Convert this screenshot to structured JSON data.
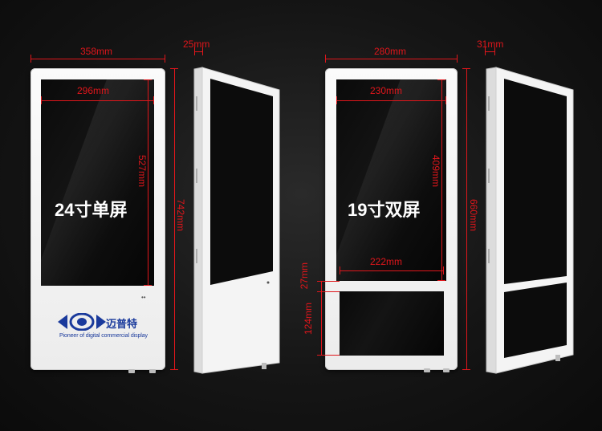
{
  "product_a": {
    "size_label": "24寸单屏",
    "width": "358mm",
    "depth": "25mm",
    "screen_width": "296mm",
    "screen_height": "527mm",
    "height": "742mm"
  },
  "product_b": {
    "size_label": "19寸双屏",
    "width": "280mm",
    "depth": "31mm",
    "screen_width": "230mm",
    "screen_height": "409mm",
    "lower_screen_width": "222mm",
    "gap_height": "27mm",
    "lower_screen_height": "124mm",
    "height": "660mm"
  },
  "logo": {
    "brand": "迈普特",
    "slogan": "Pioneer of digital commercial display",
    "colors": {
      "blue": "#1a3a9c"
    }
  },
  "colors": {
    "dimension": "#e0161b",
    "frame": "#f2f2f2",
    "screen": "#0a0a0a"
  }
}
